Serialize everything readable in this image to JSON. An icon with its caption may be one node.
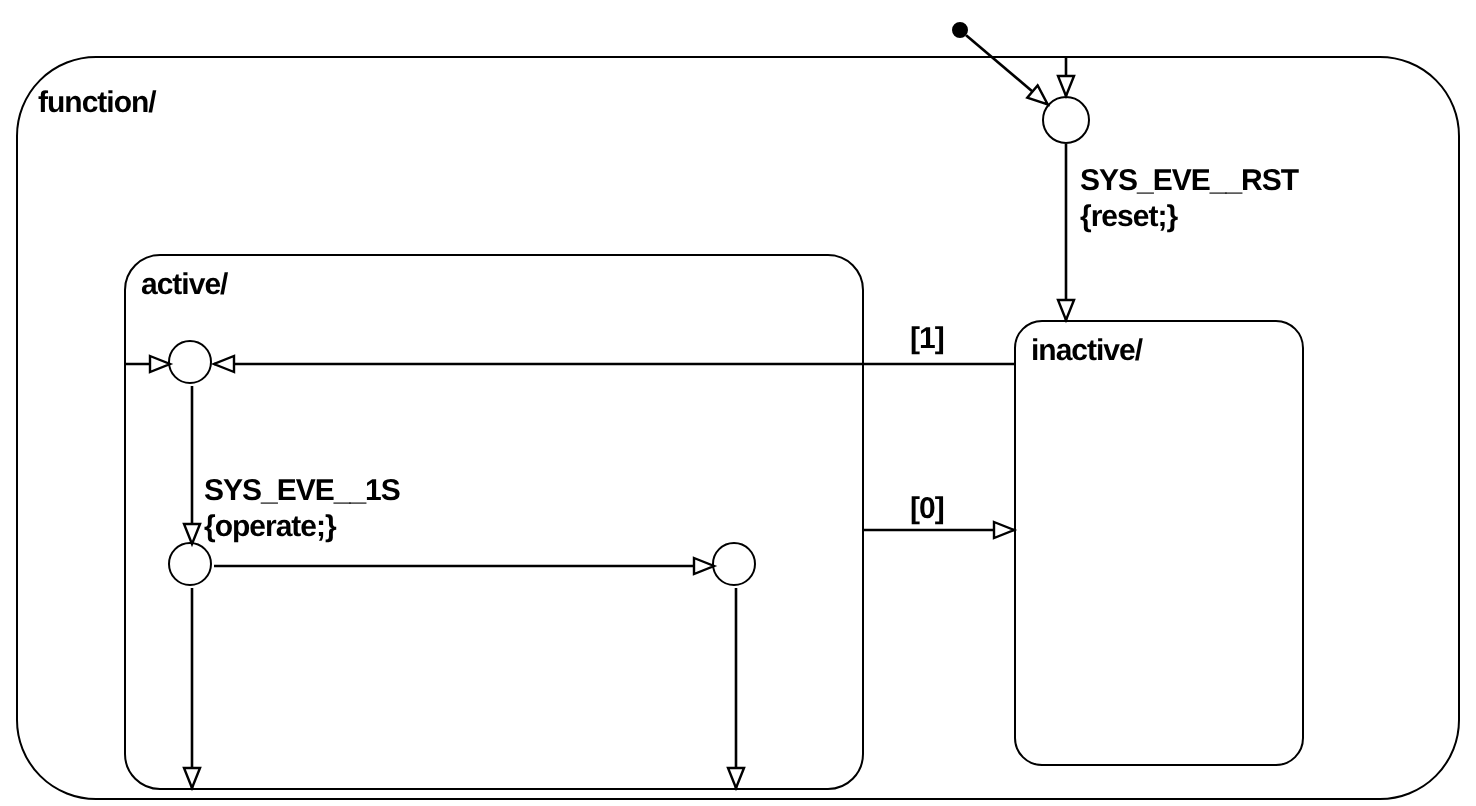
{
  "diagram": {
    "nodes": [
      {
        "text": [
          "function/"
        ]
      },
      {
        "text": [],
        "shape": "circle"
      },
      {
        "text": [],
        "shape": "circle",
        "in": 0
      },
      {
        "text": [
          "active/"
        ],
        "in": 0
      },
      {
        "text": [],
        "shape": "circle",
        "in": 3
      },
      {
        "text": [],
        "shape": "circle",
        "in": 3
      },
      {
        "text": [],
        "shape": "circle",
        "in": 3
      },
      {
        "text": [
          "inactive/"
        ],
        "in": 0
      }
    ],
    "edges": [
      {
        "from": 1,
        "to": 2,
        "arrow": "to"
      },
      {
        "from": null,
        "to": 2,
        "arrow": "to"
      },
      {
        "from": 2,
        "to": 7,
        "arrow": "to",
        "label": "SYS_EVE__RST {reset;}"
      },
      {
        "from": 7,
        "to": 4,
        "arrow": "to",
        "label": "[1]"
      },
      {
        "from": null,
        "to": 4,
        "arrow": "to"
      },
      {
        "from": 4,
        "to": 5,
        "arrow": "to",
        "label": "SYS_EVE__1S {operate;}"
      },
      {
        "from": 5,
        "to": 6,
        "arrow": "to"
      },
      {
        "from": 5,
        "to": null,
        "arrow": "to"
      },
      {
        "from": 6,
        "to": null,
        "arrow": "to"
      },
      {
        "from": 3,
        "to": 7,
        "arrow": "to",
        "label": "[0]"
      }
    ]
  }
}
